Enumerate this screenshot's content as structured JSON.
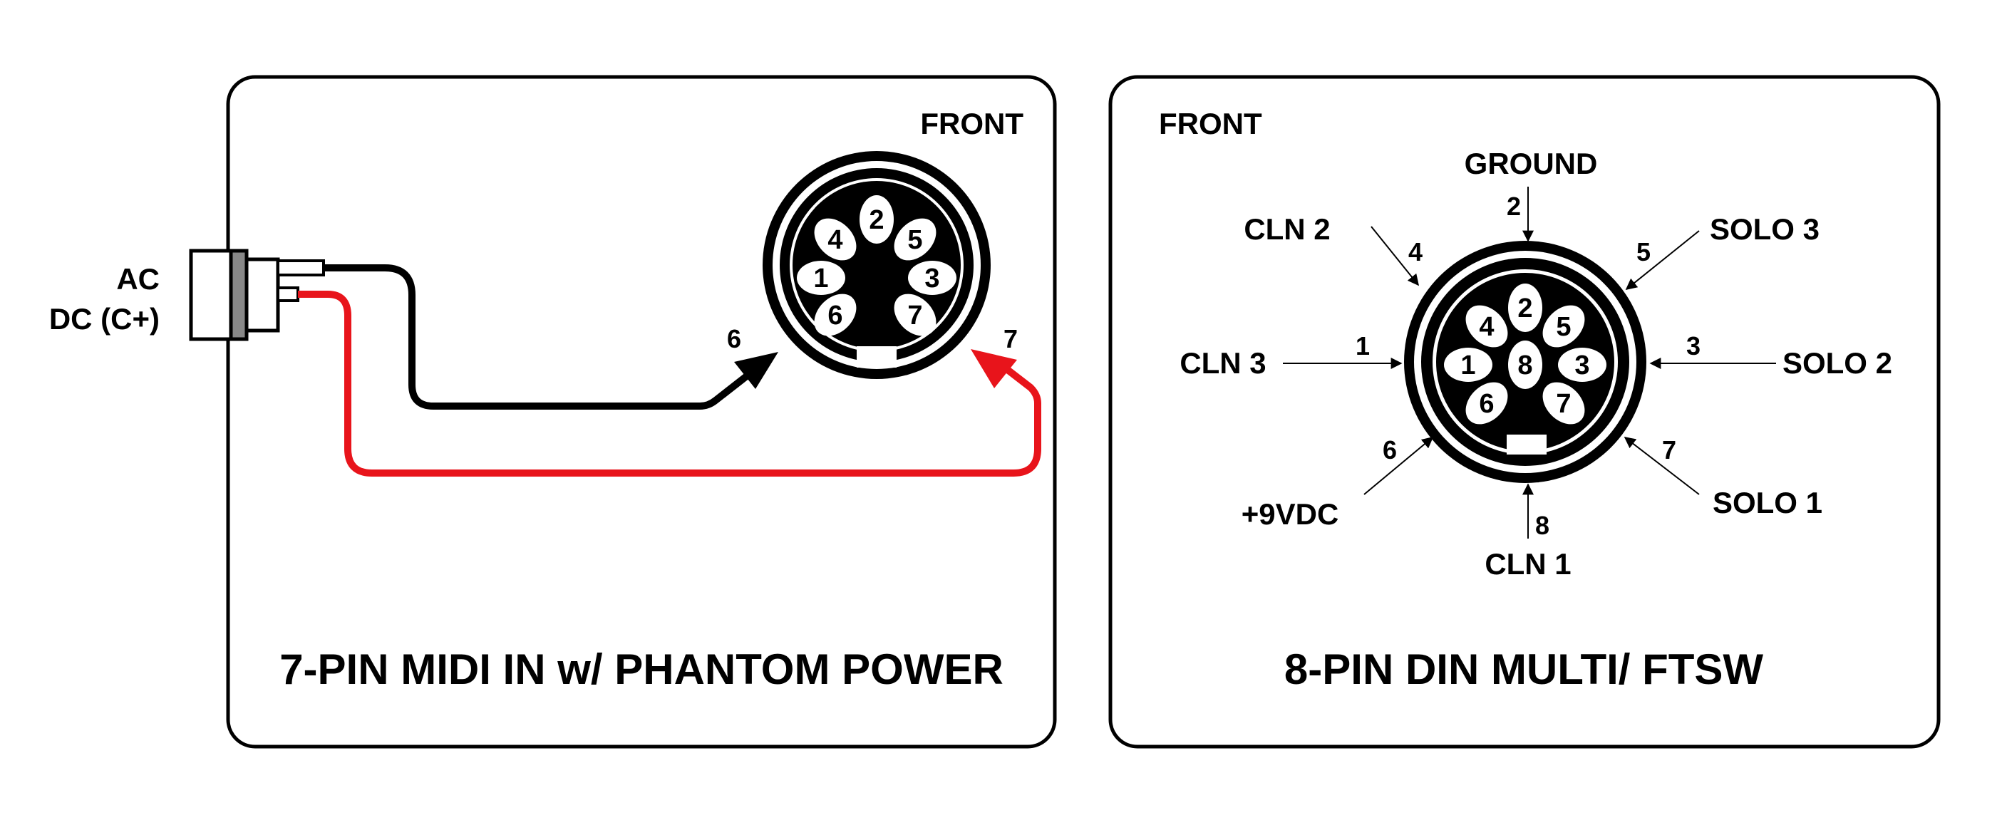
{
  "panel_left": {
    "front_label": "FRONT",
    "title": "7-PIN MIDI IN w/ PHANTOM POWER",
    "jack_labels": {
      "ac": "AC",
      "dc": "DC (C+)"
    },
    "wire_pins": {
      "black": "6",
      "red": "7"
    },
    "pads": [
      "1",
      "2",
      "3",
      "4",
      "5",
      "6",
      "7"
    ],
    "colors": {
      "black_wire": "#000000",
      "red_wire": "#e8141b"
    }
  },
  "panel_right": {
    "front_label": "FRONT",
    "title": "8-PIN DIN MULTI/ FTSW",
    "pads": [
      "1",
      "2",
      "3",
      "4",
      "5",
      "6",
      "7",
      "8"
    ],
    "pinout": {
      "p1": {
        "pin": "1",
        "name": "CLN 3"
      },
      "p2": {
        "pin": "2",
        "name": "GROUND"
      },
      "p3": {
        "pin": "3",
        "name": "SOLO 2"
      },
      "p4": {
        "pin": "4",
        "name": "CLN 2"
      },
      "p5": {
        "pin": "5",
        "name": "SOLO 3"
      },
      "p6": {
        "pin": "6",
        "name": "+9VDC"
      },
      "p7": {
        "pin": "7",
        "name": "SOLO 1"
      },
      "p8": {
        "pin": "8",
        "name": "CLN 1"
      }
    }
  }
}
